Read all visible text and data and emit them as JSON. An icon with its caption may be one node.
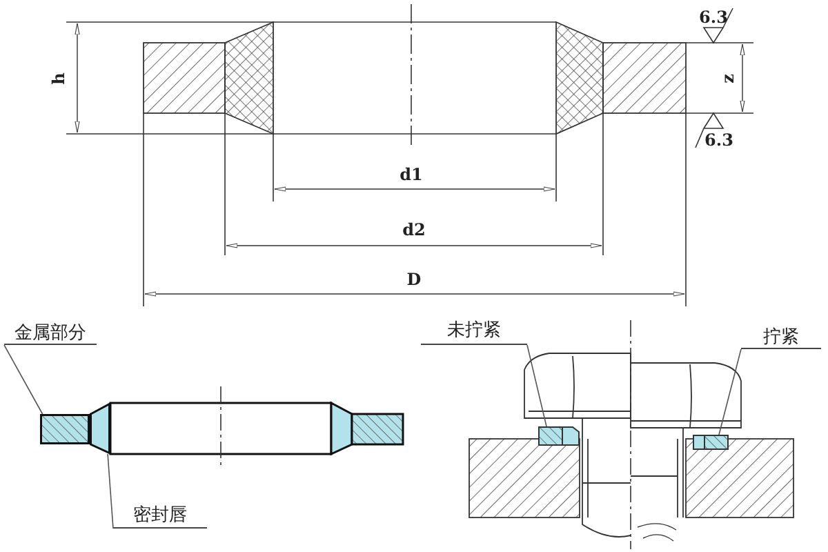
{
  "diagram": {
    "nodes": [
      {
        "text": [
          "金属部分"
        ]
      },
      {
        "text": [],
        "shape": "box"
      },
      {
        "text": [
          "密封唇"
        ]
      },
      {
        "text": [],
        "shape": "box"
      },
      {
        "text": [
          "未拧紧"
        ]
      },
      {
        "text": [],
        "shape": "box"
      },
      {
        "text": [
          "拧紧"
        ]
      },
      {
        "text": [],
        "shape": "box"
      }
    ],
    "edges": [
      {
        "from": 0,
        "to": 1,
        "arrow": "none"
      },
      {
        "from": 2,
        "to": 3,
        "arrow": "none"
      },
      {
        "from": 4,
        "to": 5,
        "arrow": "none"
      },
      {
        "from": 6,
        "to": 7,
        "arrow": "none"
      }
    ],
    "labels": [
      "6.3",
      "h",
      "z",
      "6.3",
      "d1",
      "d2",
      "D"
    ]
  }
}
